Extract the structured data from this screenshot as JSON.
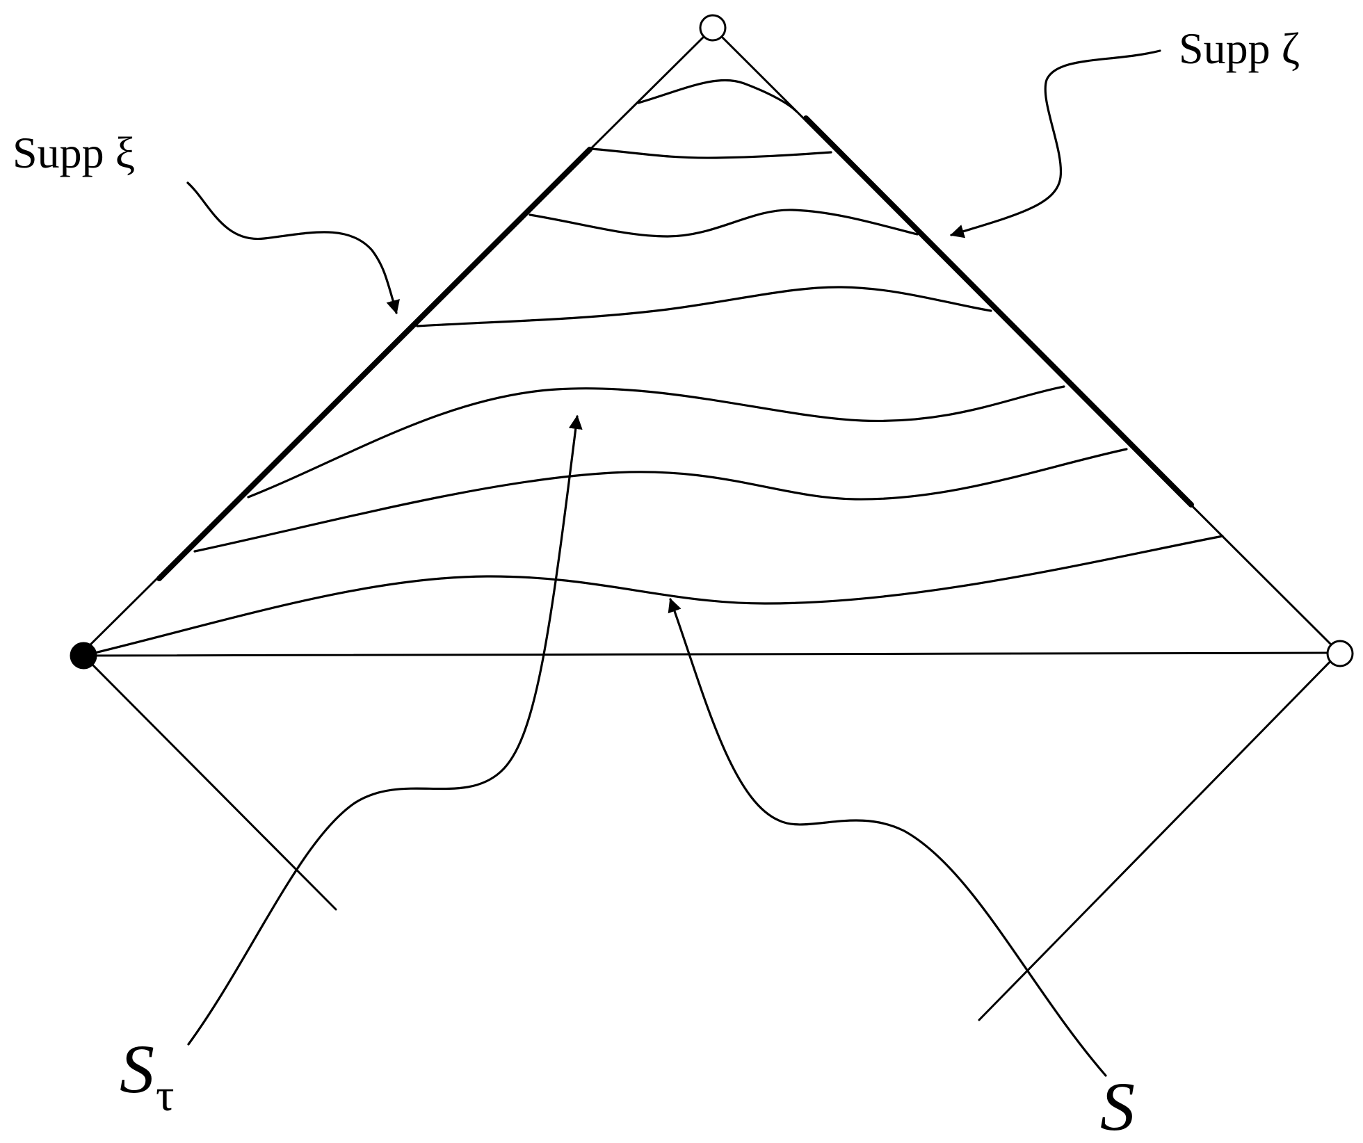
{
  "labels": {
    "supp_xi": "Supp ξ",
    "supp_zeta": "Supp ζ",
    "s_tau_main": "S",
    "s_tau_sub": "τ",
    "s": "S"
  },
  "colors": {
    "ink": "#000000",
    "background": "#ffffff"
  }
}
